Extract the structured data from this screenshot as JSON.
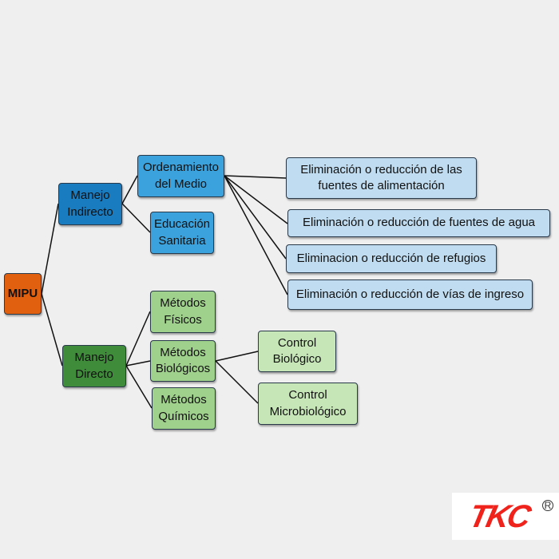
{
  "diagram": {
    "root": {
      "label": "MIPU",
      "color": "#e0600f"
    },
    "nodes": {
      "manejo_indirecto": "Manejo\nIndirecto",
      "ordenamiento": "Ordenamiento\ndel Medio",
      "educacion": "Educación\nSanitaria",
      "elim_alimentacion": "Eliminación o reducción de las\nfuentes de alimentación",
      "elim_agua": "Eliminación o reducción de fuentes de agua",
      "elim_refugios": "Eliminacion o reducción de refugios",
      "elim_vias": "Eliminación o reducción de vías de ingreso",
      "manejo_directo": "Manejo\nDirecto",
      "fisicos": "Métodos\nFísicos",
      "biologicos": "Métodos\nBiológicos",
      "quimicos": "Métodos\nQuímicos",
      "control_biologico": "Control\nBiológico",
      "control_microbiologico": "Control\nMicrobiológico"
    },
    "edges": [
      [
        "root",
        "manejo_indirecto"
      ],
      [
        "root",
        "manejo_directo"
      ],
      [
        "manejo_indirecto",
        "ordenamiento"
      ],
      [
        "manejo_indirecto",
        "educacion"
      ],
      [
        "ordenamiento",
        "elim_alimentacion"
      ],
      [
        "ordenamiento",
        "elim_agua"
      ],
      [
        "ordenamiento",
        "elim_refugios"
      ],
      [
        "ordenamiento",
        "elim_vias"
      ],
      [
        "manejo_directo",
        "fisicos"
      ],
      [
        "manejo_directo",
        "biologicos"
      ],
      [
        "manejo_directo",
        "quimicos"
      ],
      [
        "biologicos",
        "control_biologico"
      ],
      [
        "biologicos",
        "control_microbiologico"
      ]
    ]
  },
  "logo": {
    "text": "TKC",
    "registered": "R",
    "color": "#f0231c"
  }
}
